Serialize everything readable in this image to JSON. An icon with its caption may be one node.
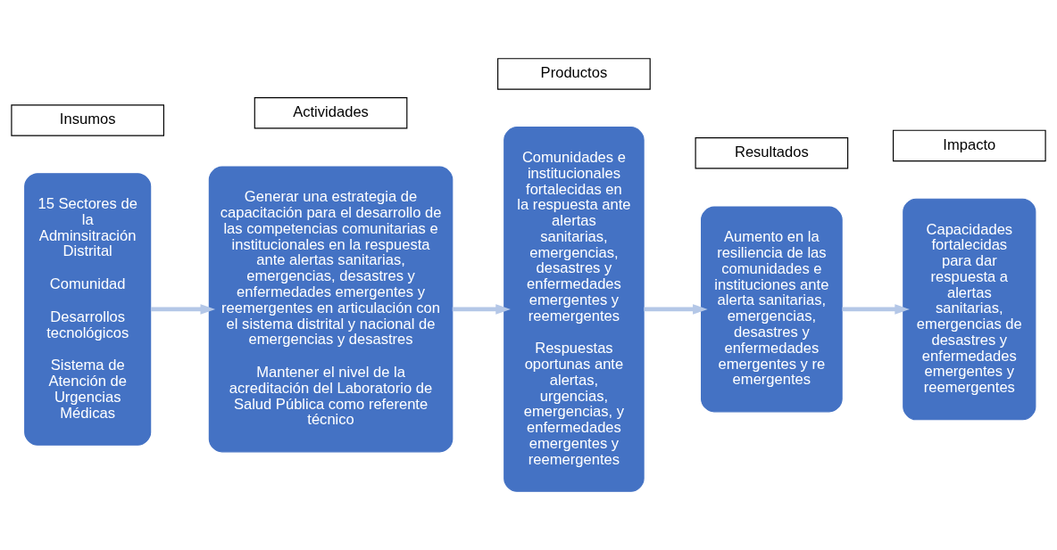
{
  "diagram": {
    "nodes": [
      {
        "text": [
          "Insumos"
        ]
      },
      {
        "text": [
          "Actividades"
        ]
      },
      {
        "text": [
          "Productos"
        ]
      },
      {
        "text": [
          "Resultados"
        ]
      },
      {
        "text": [
          "Impacto"
        ]
      },
      {
        "text": [
          "15 Sectores de la Adminsitración Distrital",
          "Comunidad",
          "Desarrollos tecnológicos",
          "Sistema de Atención de Urgencias Médicas"
        ]
      },
      {
        "text": [
          "Generar una estrategia de capacitación para el desarrollo de las competencias comunitarias e institucionales en la respuesta ante alertas sanitarias, emergencias, desastres y enfermedades emergentes y reemergentes en articulación con el sistema distrital y nacional de emergencias y desastres",
          "Mantener el nivel de la acreditación del Laboratorio de Salud Pública como referente técnico"
        ]
      },
      {
        "text": [
          "Comunidades e institucionales fortalecidas en la respuesta ante alertas sanitarias, emergencias, desastres y enfermedades emergentes y reemergentes",
          "Respuestas oportunas ante alertas, urgencias, emergencias, y enfermedades emergentes y reemergentes"
        ]
      },
      {
        "text": [
          "Aumento en la resiliencia de las comunidades e instituciones ante alerta sanitarias, emergencias, desastres y enfermedades emergentes y re emergentes"
        ]
      },
      {
        "text": [
          "Capacidades fortalecidas para dar respuesta a alertas sanitarias, emergencias de desastres y enfermedades emergentes y reemergentes"
        ]
      }
    ],
    "edges": [
      {
        "from": 5,
        "to": 6,
        "arrow": "to"
      },
      {
        "from": 6,
        "to": 7,
        "arrow": "to"
      },
      {
        "from": 7,
        "to": 8,
        "arrow": "to"
      },
      {
        "from": 8,
        "to": 9,
        "arrow": "to"
      }
    ]
  }
}
